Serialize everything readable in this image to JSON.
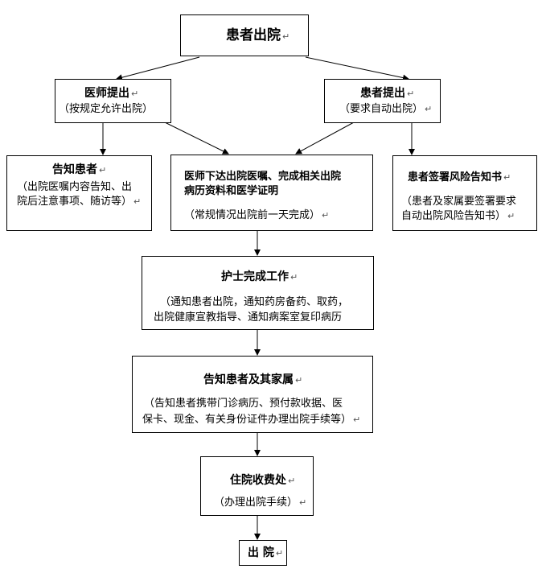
{
  "discharge": {
    "title": "患者出院"
  },
  "doctor_proposes": {
    "title": "医师提出",
    "note": "（按规定允许出院）"
  },
  "patient_proposes": {
    "title": "患者提出",
    "note": "（要求自动出院）"
  },
  "inform_patient": {
    "title": "告知患者",
    "note_line1": "（出院医嘱内容告知、出",
    "note_line2": "院后注意事项、随访等）"
  },
  "doctor_orders": {
    "title_line1": "医师下达出院医嘱、完成相关出院",
    "title_line2": "病历资料和医学证明",
    "note": "（常规情况出院前一天完成）"
  },
  "risk_form": {
    "title": "患者签署风险告知书",
    "note_line1": "（患者及家属要签署要求",
    "note_line2": "自动出院风险告知书）"
  },
  "nurse_work": {
    "title": "护士完成工作",
    "note_line1": "（通知患者出院，通知药房备药、取药，",
    "note_line2": "出院健康宣教指导、通知病案室复印病历"
  },
  "inform_family": {
    "title": "告知患者及其家属",
    "note_line1": "（告知患者携带门诊病历、预付款收据、医",
    "note_line2": "保卡、现金、有关身份证件办理出院手续等）"
  },
  "billing": {
    "title": "住院收费处",
    "note": "（办理出院手续）"
  },
  "exit": {
    "title": "出 院"
  },
  "paragraph_mark": "↵",
  "colors": {
    "line": "#000000",
    "background": "#ffffff"
  }
}
